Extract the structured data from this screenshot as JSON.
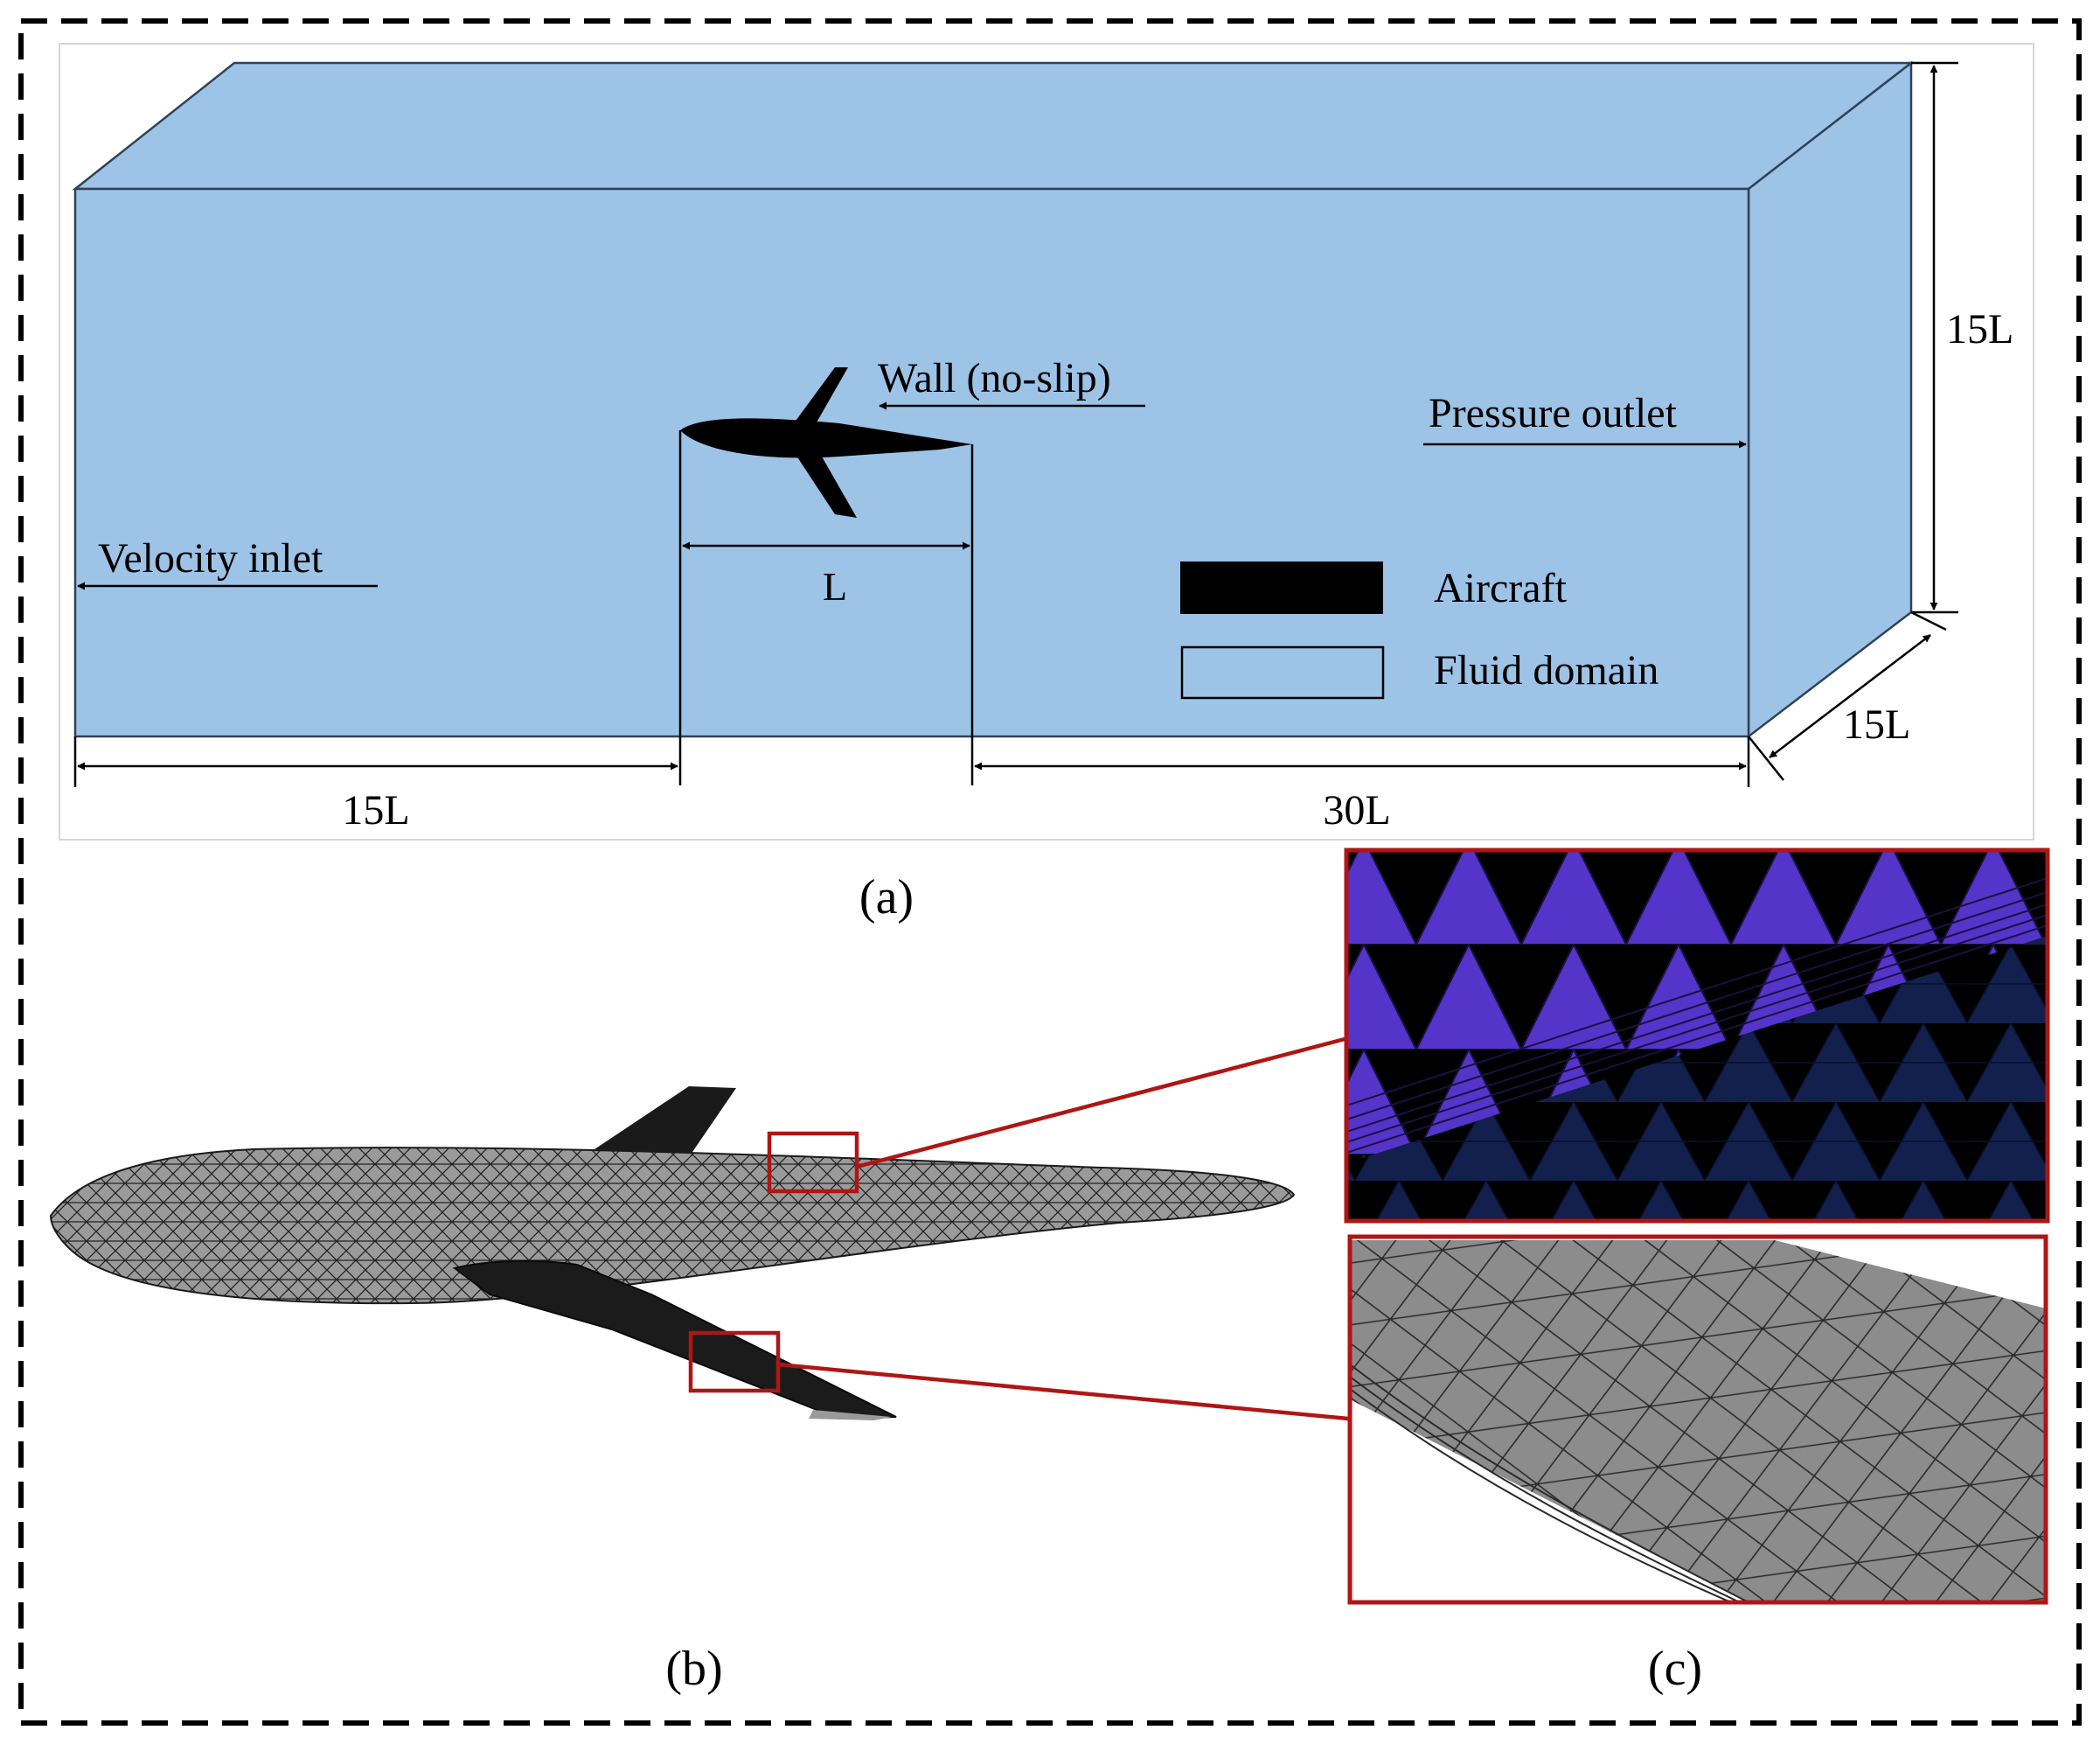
{
  "panel_a": {
    "labels": {
      "wall": "Wall (no-slip)",
      "pressure_outlet": "Pressure outlet",
      "velocity_inlet": "Velocity inlet",
      "aircraft_length": "L",
      "upstream_length": "15L",
      "downstream_length": "30L",
      "height": "15L",
      "depth": "15L"
    },
    "legend": [
      {
        "label": "Aircraft",
        "color": "#000000"
      },
      {
        "label": "Fluid domain",
        "color": "#9dc3e6"
      }
    ],
    "caption": "(a)"
  },
  "panel_b": {
    "caption": "(b)"
  },
  "panel_c": {
    "caption": "(c)"
  },
  "colors": {
    "domain_fill": "#9dc3e6",
    "highlight_red": "#b01515",
    "volume_mesh": "#5030c8",
    "surface_dark": "#0e1a45",
    "mesh_gray": "#8a8a8a"
  }
}
